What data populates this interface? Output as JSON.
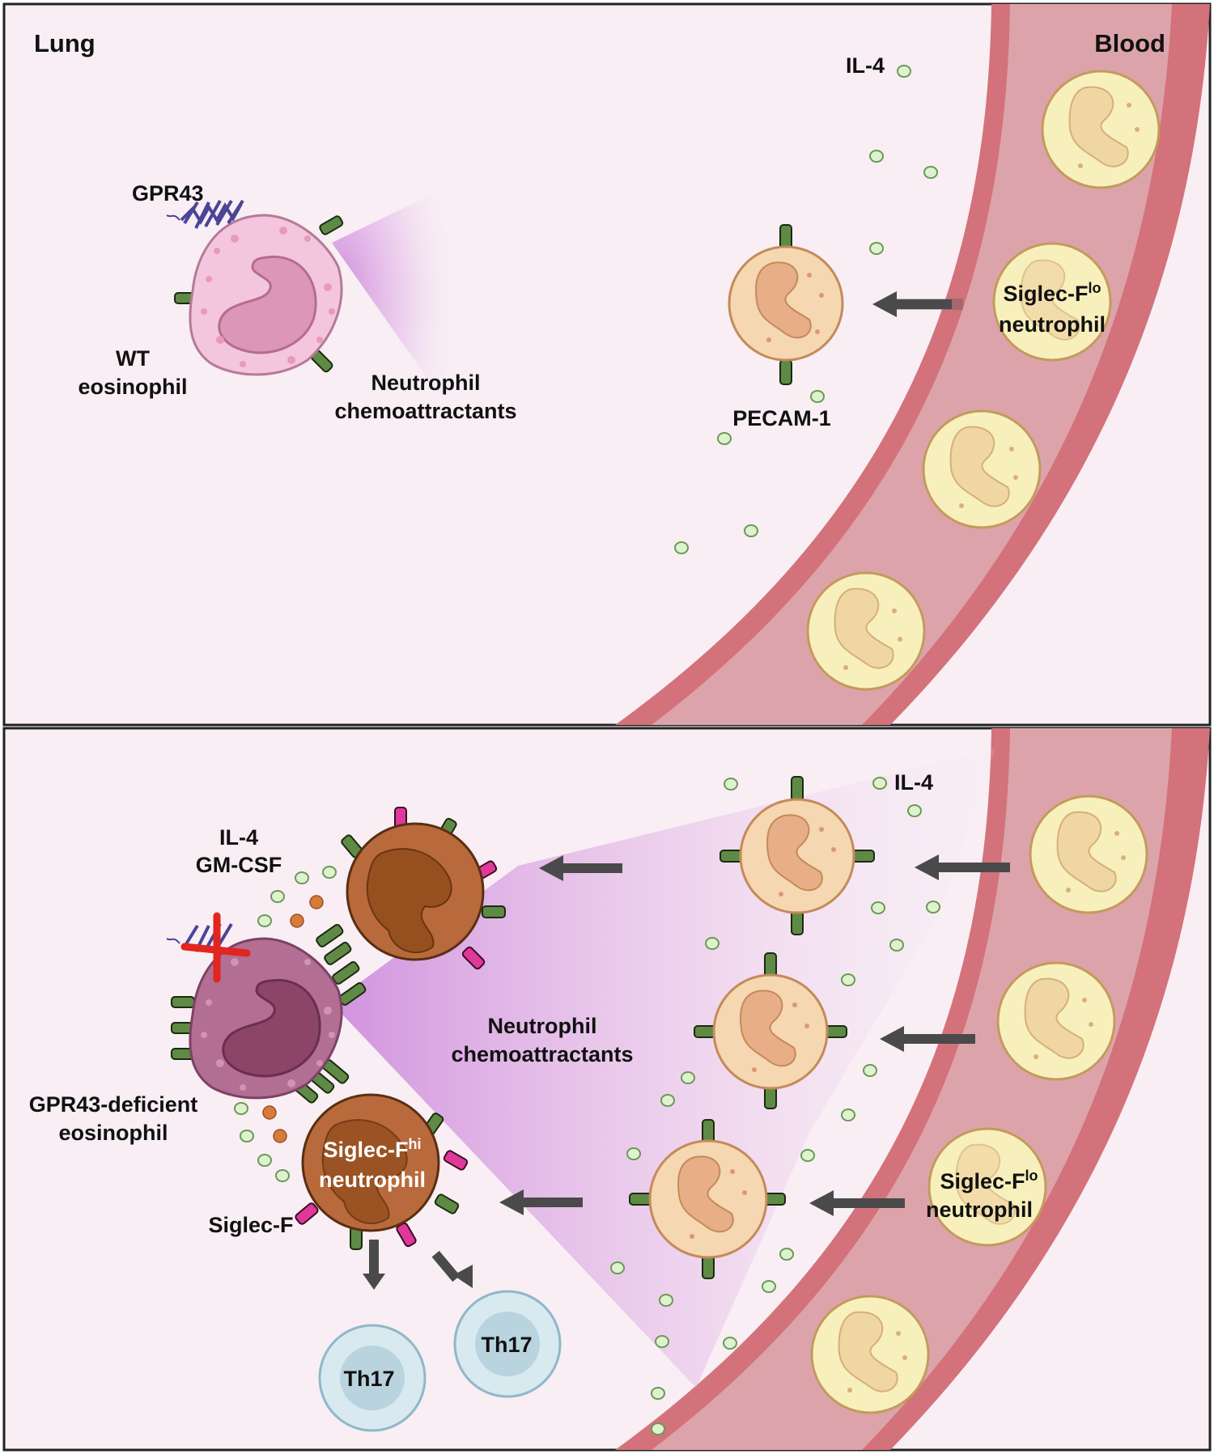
{
  "top_panel": {
    "region_left": "Lung",
    "region_right": "Blood",
    "il4": "IL-4",
    "gpr43": "GPR43",
    "eosinophil_line1": "WT",
    "eosinophil_line2": "eosinophil",
    "chemo_line1": "Neutrophil",
    "chemo_line2": "chemoattractants",
    "pecam": "PECAM-1",
    "neutrophil_base": "Siglec-F",
    "neutrophil_sup": "lo",
    "neutrophil_line2": "neutrophil"
  },
  "bottom_panel": {
    "il4": "IL-4",
    "cytokines_line1": "IL-4",
    "cytokines_line2": "GM-CSF",
    "eosinophil_line1": "GPR43-deficient",
    "eosinophil_line2": "eosinophil",
    "chemo_line1": "Neutrophil",
    "chemo_line2": "chemoattractants",
    "hi_neutrophil_base": "Siglec-F",
    "hi_neutrophil_sup": "hi",
    "hi_neutrophil_line2": "neutrophil",
    "siglecf": "Siglec-F",
    "lo_neutrophil_base": "Siglec-F",
    "lo_neutrophil_sup": "lo",
    "lo_neutrophil_line2": "neutrophil",
    "th17_a": "Th17",
    "th17_b": "Th17"
  },
  "colors": {
    "tissue": "#f8eef4",
    "vessel_wall": "#d3727a",
    "vessel_lumen": "#dca4aa",
    "blood_neutrophil": "#f8f0bc",
    "tissue_neutrophil": "#f5d7b2",
    "activated_neutrophil": "#b86a3c",
    "wt_eosinophil": "#f4c6dd",
    "deficient_eosinophil": "#b36e93",
    "receptor_green": "#5f8a45",
    "siglec_pink": "#e0389a",
    "gpr43_purple": "#4b4596",
    "il4_green": "#dff2cf",
    "gmcsf_orange": "#d77b3a",
    "th17_blue": "#d8e9ef",
    "chemo_gradient": "#c77cd8",
    "cross_red": "#e0261e"
  },
  "icons": {
    "migration-arrow": "dark gray arrow",
    "cross-mark": "red X over receptor"
  }
}
